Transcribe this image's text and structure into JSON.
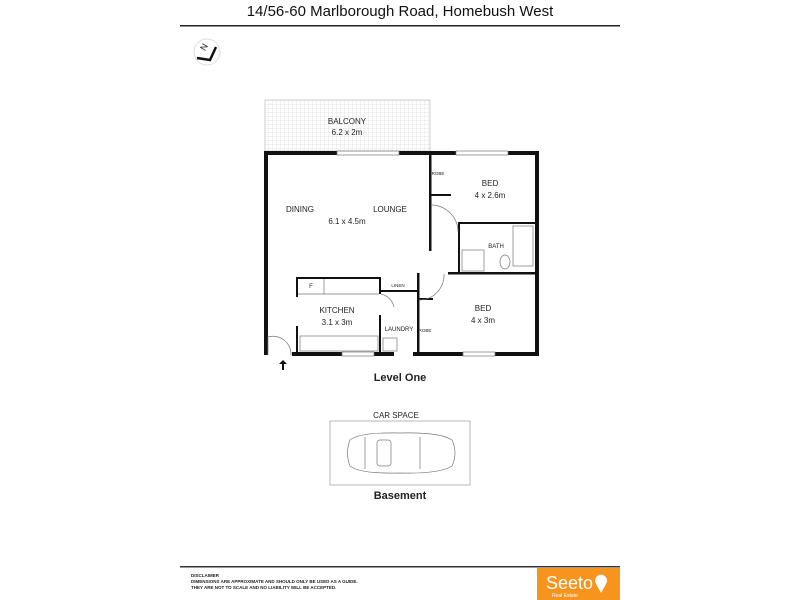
{
  "header": {
    "title": "14/56-60 Marlborough Road, Homebush West"
  },
  "compass": {
    "label": "N"
  },
  "plan": {
    "level_label": "Level One",
    "rooms": {
      "balcony": {
        "name": "BALCONY",
        "size": "6.2 x 2m"
      },
      "dining": {
        "name": "DINING"
      },
      "lounge": {
        "name": "LOUNGE",
        "size": "6.1 x 4.5m"
      },
      "bed1": {
        "name": "BED",
        "size": "4 x 2.6m"
      },
      "bath": {
        "name": "BATH"
      },
      "linen": {
        "name": "LINEN"
      },
      "fridge": {
        "name": "F"
      },
      "kitchen": {
        "name": "KITCHEN",
        "size": "3.1 x 3m"
      },
      "laundry": {
        "name": "LAUNDRY"
      },
      "bed2": {
        "name": "BED",
        "size": "4 x 3m"
      },
      "robe1": {
        "name": "ROBE"
      },
      "robe2": {
        "name": "ROBE"
      }
    }
  },
  "basement": {
    "car_space_label": "CAR SPACE",
    "level_label": "Basement"
  },
  "footer": {
    "disclaimer_title": "DISCLAIMER",
    "disclaimer_line1": "DIMENSIONS ARE APPROXIMATE AND SHOULD ONLY BE USED AS A GUIDE.",
    "disclaimer_line2": "THEY ARE NOT TO SCALE AND NO LIABILITY WILL BE ACCEPTED.",
    "logo_name": "Seeto",
    "logo_sub": "Real Estate",
    "logo_color": "#f7941d"
  }
}
